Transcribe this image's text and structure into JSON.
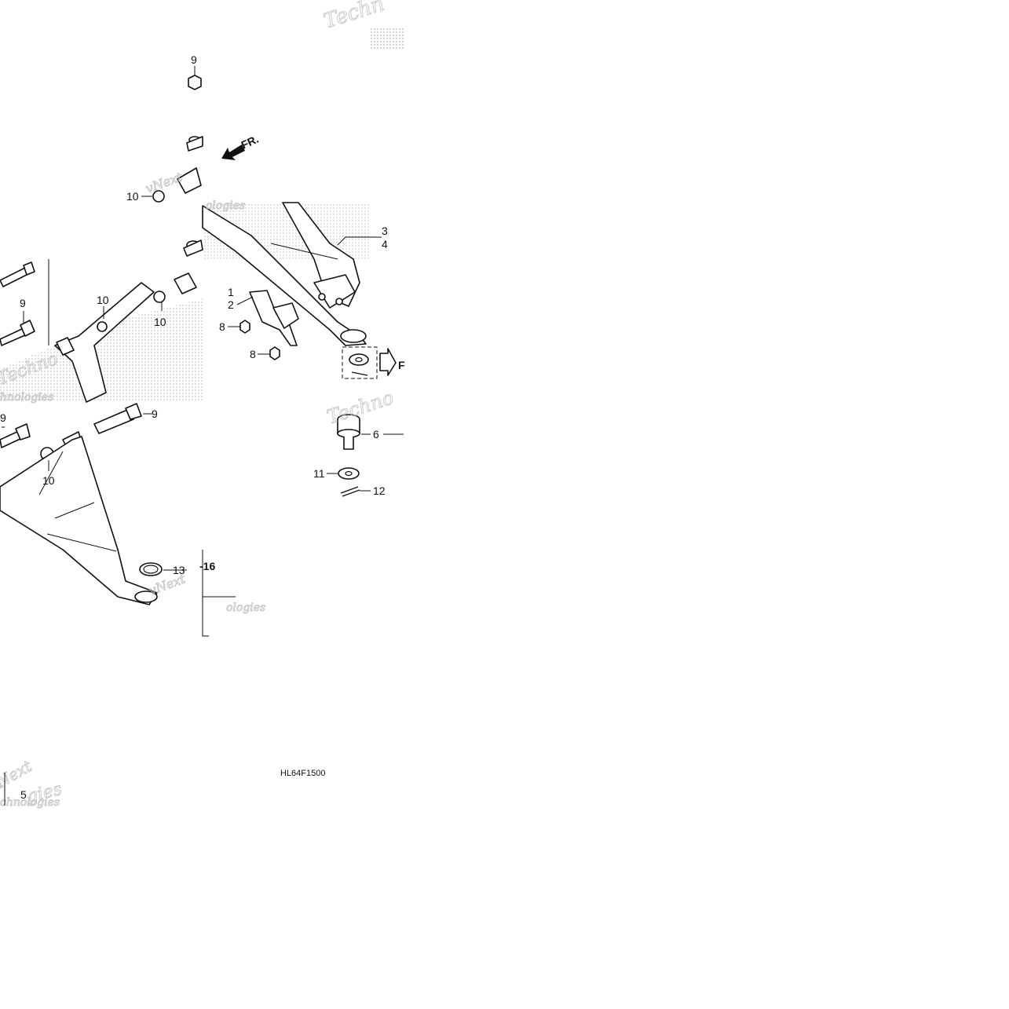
{
  "diagram": {
    "callouts": [
      {
        "id": "c9a",
        "text": "9"
      },
      {
        "id": "c10a",
        "text": "10"
      },
      {
        "id": "c9b",
        "text": "9"
      },
      {
        "id": "c10b",
        "text": "10"
      },
      {
        "id": "c10c",
        "text": "10"
      },
      {
        "id": "c9c",
        "text": "9"
      },
      {
        "id": "c9d",
        "text": "9"
      },
      {
        "id": "c10d",
        "text": "10"
      },
      {
        "id": "c3",
        "text": "3"
      },
      {
        "id": "c4",
        "text": "4"
      },
      {
        "id": "c1",
        "text": "1"
      },
      {
        "id": "c2",
        "text": "2"
      },
      {
        "id": "c8a",
        "text": "8"
      },
      {
        "id": "c8b",
        "text": "8"
      },
      {
        "id": "c6",
        "text": "6"
      },
      {
        "id": "c11",
        "text": "11"
      },
      {
        "id": "c12",
        "text": "12"
      },
      {
        "id": "c13",
        "text": "13"
      },
      {
        "id": "c5",
        "text": "5"
      }
    ],
    "front_arrow": "FR.",
    "front_partial": "F",
    "ref_partial": "-16",
    "drawing_code": "HL64F1500",
    "watermark": {
      "lines": [
        "vNext",
        "Technologies"
      ]
    }
  }
}
